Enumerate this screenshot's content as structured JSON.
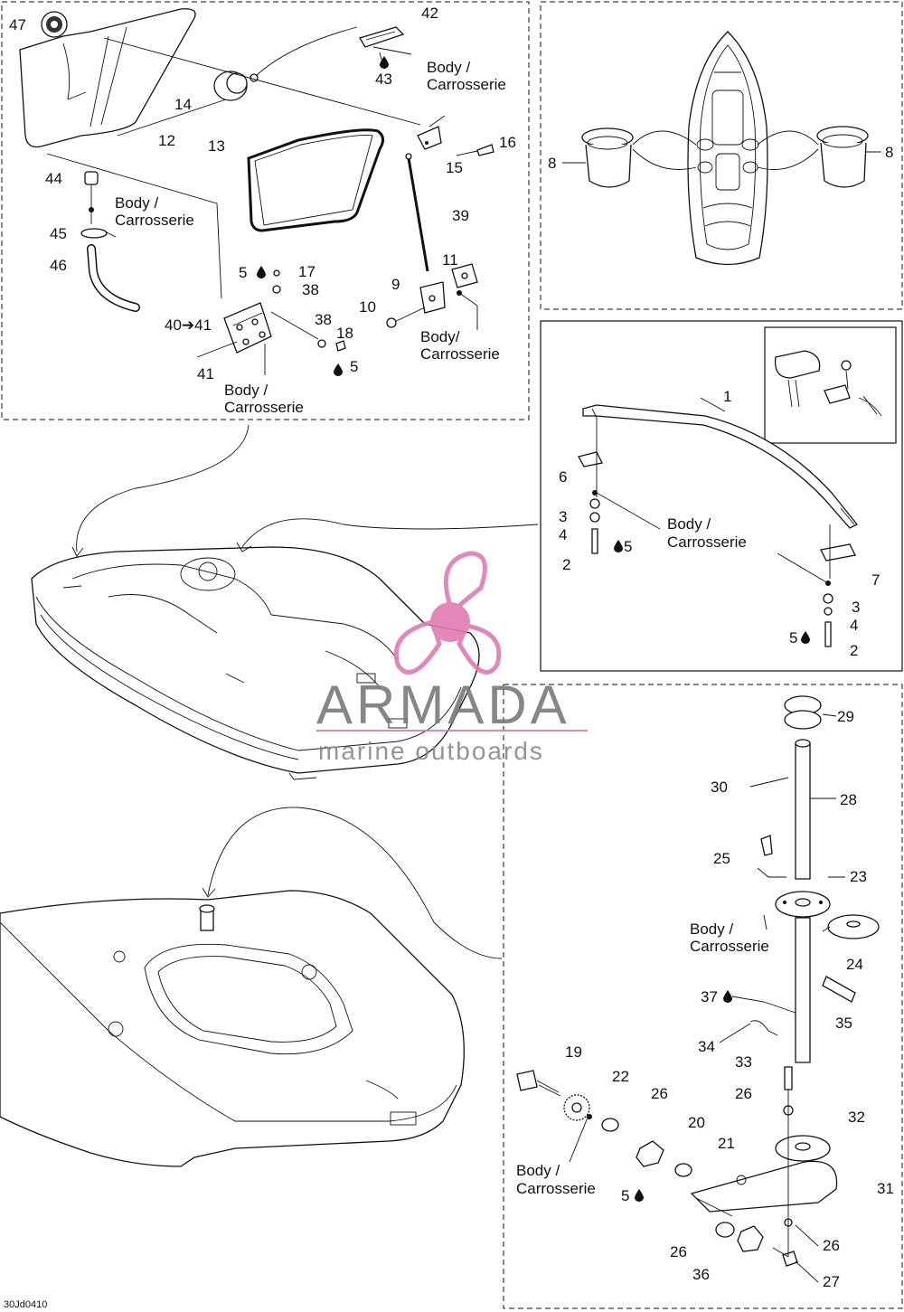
{
  "drawing_code": "30Jd0410",
  "body_label": [
    "Body /",
    "Carrosserie"
  ],
  "body_label_alt": [
    "Body/",
    "Carrosserie"
  ],
  "watermark": {
    "brand": "ARMADA",
    "tagline": "marine outboards",
    "colors": {
      "propeller": "#e07bb2",
      "text": "#7a7a7a"
    }
  },
  "part_numbers": {
    "n1": "1",
    "n2": "2",
    "n3": "3",
    "n4": "4",
    "n5": "5",
    "n6": "6",
    "n7": "7",
    "n8": "8",
    "n9": "9",
    "n10": "10",
    "n11": "11",
    "n12": "12",
    "n13": "13",
    "n14": "14",
    "n15": "15",
    "n16": "16",
    "n17": "17",
    "n18": "18",
    "n19": "19",
    "n20": "20",
    "n21": "21",
    "n22": "22",
    "n23": "23",
    "n24": "24",
    "n25": "25",
    "n26": "26",
    "n27": "27",
    "n28": "28",
    "n29": "29",
    "n30": "30",
    "n31": "31",
    "n32": "32",
    "n33": "33",
    "n34": "34",
    "n35": "35",
    "n36": "36",
    "n37": "37",
    "n38": "38",
    "n39": "39",
    "n40to41": "40➔41",
    "n41": "41",
    "n42": "42",
    "n43": "43",
    "n44": "44",
    "n45": "45",
    "n46": "46",
    "n47": "47"
  },
  "icons": [
    "drop-icon",
    "propeller-logo-icon"
  ]
}
